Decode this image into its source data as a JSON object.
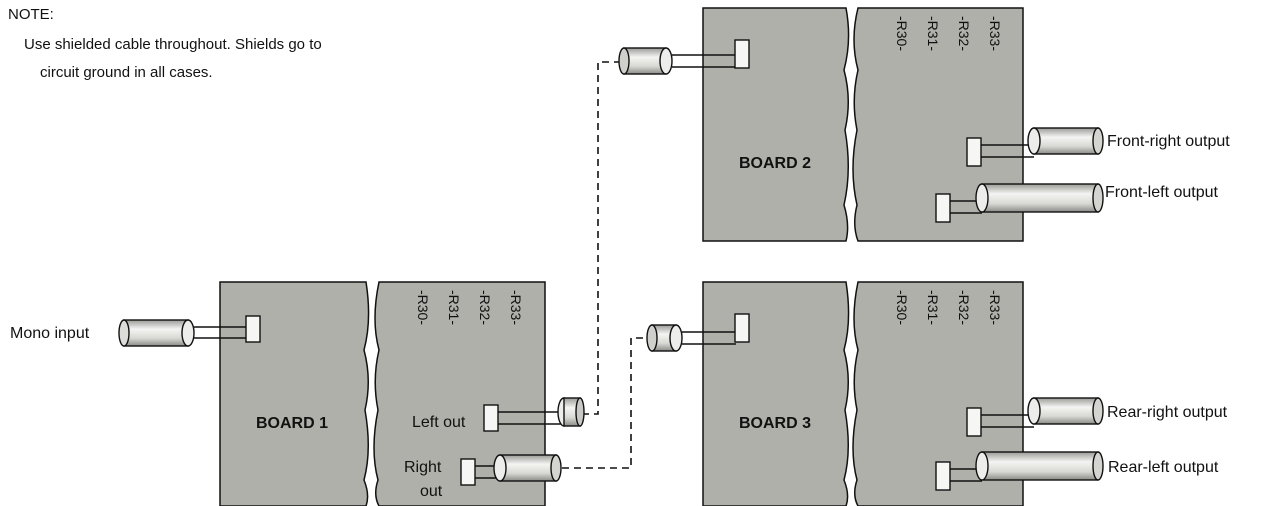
{
  "note": {
    "title": "NOTE:",
    "line1": "Use shielded cable throughout. Shields go to",
    "line2": "circuit ground in all cases."
  },
  "boards": [
    {
      "label": "BOARD 1",
      "resistors": [
        "-R30-",
        "-R31-",
        "-R32-",
        "-R33-"
      ]
    },
    {
      "label": "BOARD 2",
      "resistors": [
        "-R30-",
        "-R31-",
        "-R32-",
        "-R33-"
      ]
    },
    {
      "label": "BOARD 3",
      "resistors": [
        "-R30-",
        "-R31-",
        "-R32-",
        "-R33-"
      ]
    }
  ],
  "connections": {
    "mono_input": "Mono input",
    "left_out": "Left out",
    "right_out_line1": "Right",
    "right_out_line2": "out",
    "front_right": "Front-right output",
    "front_left": "Front-left output",
    "rear_right": "Rear-right output",
    "rear_left": "Rear-left output"
  },
  "colors": {
    "board_fill": "#b0b0aa",
    "cable_fill": "#ededeb",
    "line": "#111111"
  }
}
